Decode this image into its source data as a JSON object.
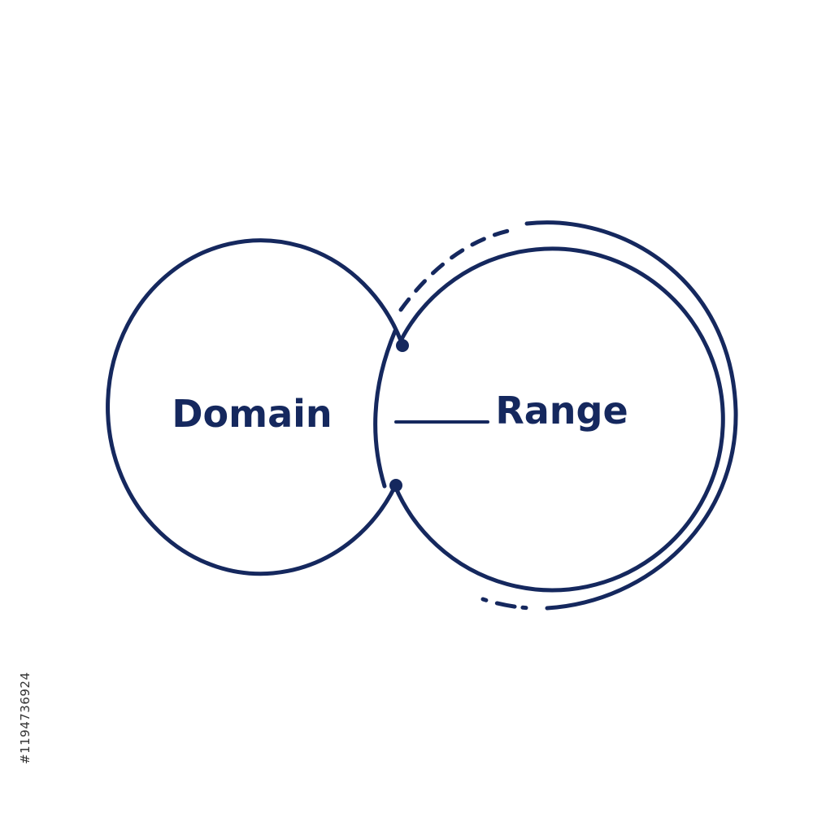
{
  "diagram": {
    "domain_label": "Domain",
    "range_label": "Range",
    "stroke_color": "#15285e"
  },
  "watermark": {
    "stock_id": "#1194736924"
  }
}
